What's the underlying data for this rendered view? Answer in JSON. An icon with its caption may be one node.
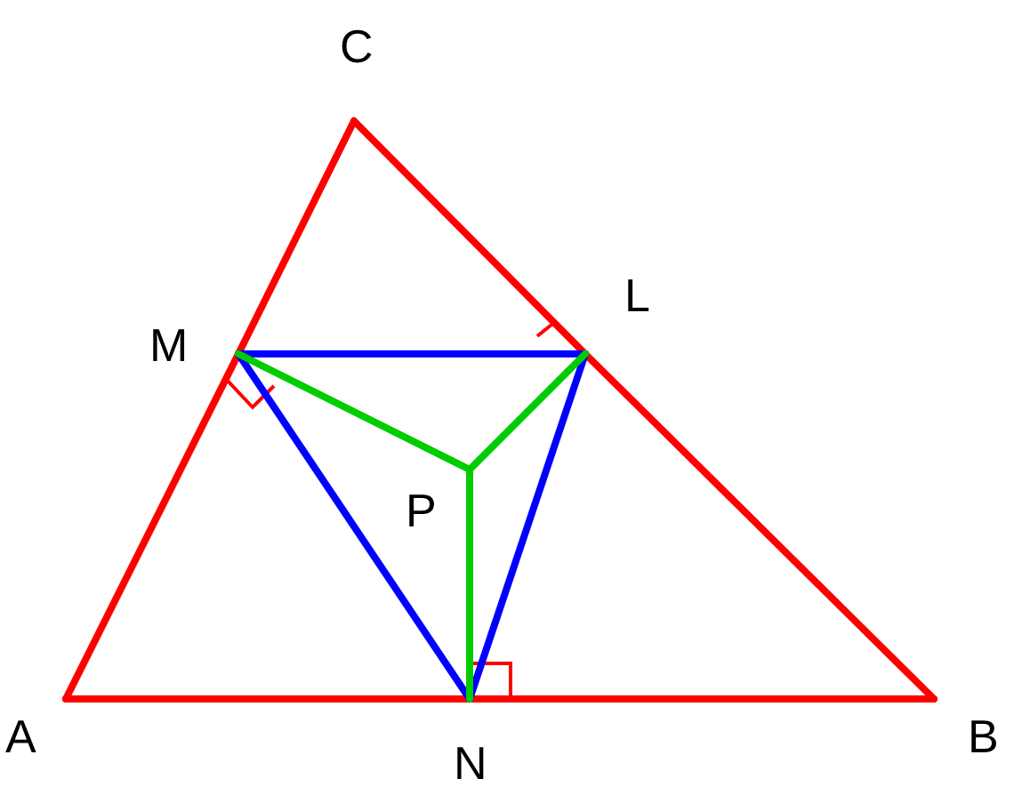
{
  "diagram": {
    "nodes": [
      {
        "text": [
          "C"
        ]
      },
      {
        "text": [
          "L"
        ]
      },
      {
        "text": [
          "M"
        ]
      },
      {
        "text": [
          "P"
        ]
      },
      {
        "text": [
          "A"
        ]
      },
      {
        "text": [
          "N"
        ]
      },
      {
        "text": [
          "B"
        ]
      }
    ],
    "edges": [
      {
        "from": 4,
        "to": 2,
        "arrow": "none"
      },
      {
        "from": 2,
        "to": 0,
        "arrow": "none"
      },
      {
        "from": 0,
        "to": 1,
        "arrow": "none"
      },
      {
        "from": 1,
        "to": 6,
        "arrow": "none"
      },
      {
        "from": 6,
        "to": 5,
        "arrow": "none"
      },
      {
        "from": 5,
        "to": 4,
        "arrow": "none"
      },
      {
        "from": 2,
        "to": 1,
        "arrow": "none",
        "color": "#0000ff"
      },
      {
        "from": 1,
        "to": 5,
        "arrow": "none",
        "color": "#0000ff"
      },
      {
        "from": 5,
        "to": 2,
        "arrow": "none",
        "color": "#0000ff"
      },
      {
        "from": 3,
        "to": 2,
        "arrow": "none",
        "color": "#00cc00"
      },
      {
        "from": 3,
        "to": 1,
        "arrow": "none",
        "color": "#00cc00"
      },
      {
        "from": 3,
        "to": 5,
        "arrow": "none",
        "color": "#00cc00"
      }
    ]
  }
}
